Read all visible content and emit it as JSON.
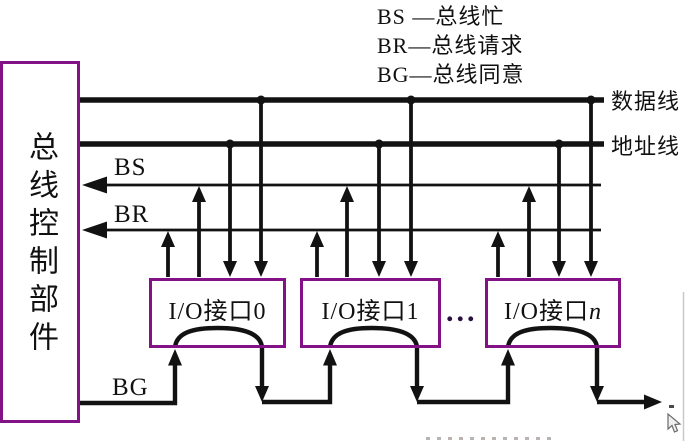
{
  "legend": {
    "line1": "BS —总线忙",
    "line2": "BR—总线请求",
    "line3": "BG—总线同意"
  },
  "controller": {
    "label": "总线控制部件"
  },
  "bus_labels": {
    "data": "数据线",
    "address": "地址线",
    "bs": "BS",
    "br": "BR",
    "bg": "BG"
  },
  "io_boxes": [
    {
      "prefix": "I/O接口",
      "suffix": "0"
    },
    {
      "prefix": "I/O接口",
      "suffix": "1"
    },
    {
      "prefix": "I/O接口",
      "suffix": "n"
    }
  ],
  "ellipsis": "...",
  "colors": {
    "box_border": "#821286",
    "line_color": "#121212",
    "ellipsis_color": "#2a1040"
  }
}
